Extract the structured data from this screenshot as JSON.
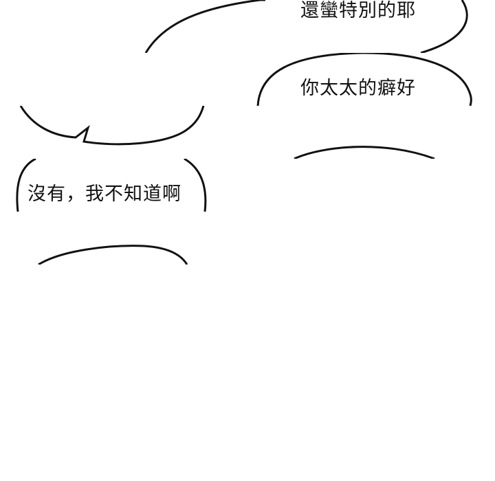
{
  "dialogue": [
    {
      "text": "還蠻特別的耶"
    },
    {
      "text": "你太太的癖好"
    },
    {
      "text": "沒有，我不知道啊"
    }
  ],
  "colors": {
    "background": "#ffffff",
    "ink": "#111111"
  }
}
